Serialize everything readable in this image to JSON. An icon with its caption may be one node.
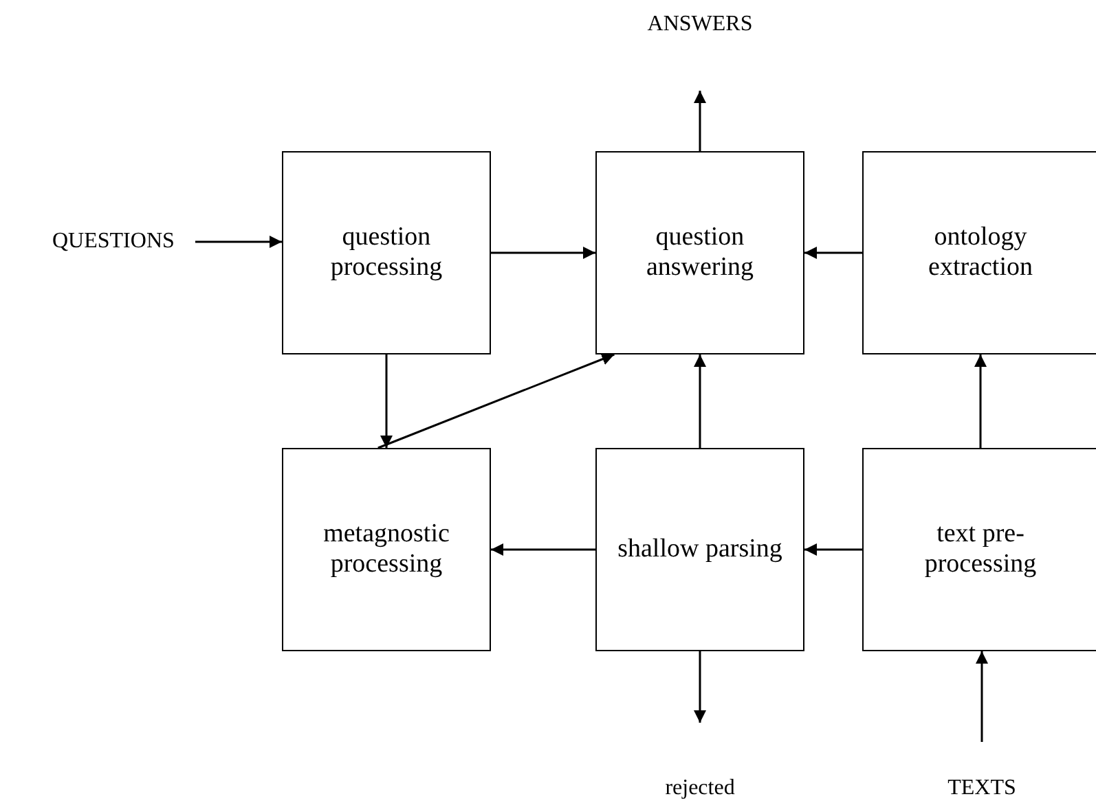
{
  "diagram": {
    "nodes": [
      {
        "text": [
          "QUESTIONS"
        ]
      },
      {
        "text": [
          "question processing"
        ]
      },
      {
        "text": [
          "question answering"
        ]
      },
      {
        "text": [
          "ontology extraction"
        ]
      },
      {
        "text": [
          "metagnostic processing"
        ]
      },
      {
        "text": [
          "shallow parsing"
        ]
      },
      {
        "text": [
          "text pre-processing"
        ]
      },
      {
        "text": [
          "ANSWERS"
        ]
      },
      {
        "text": [
          "rejected"
        ]
      },
      {
        "text": [
          "TEXTS"
        ]
      }
    ],
    "edges": [
      {
        "from": 0,
        "to": 1,
        "arrow": "to"
      },
      {
        "from": 1,
        "to": 2,
        "arrow": "to"
      },
      {
        "from": 3,
        "to": 2,
        "arrow": "to"
      },
      {
        "from": 1,
        "to": 4,
        "arrow": "to"
      },
      {
        "from": 4,
        "to": 2,
        "arrow": "to"
      },
      {
        "from": 5,
        "to": 2,
        "arrow": "to"
      },
      {
        "from": 6,
        "to": 3,
        "arrow": "to"
      },
      {
        "from": 5,
        "to": 4,
        "arrow": "to"
      },
      {
        "from": 6,
        "to": 5,
        "arrow": "to"
      },
      {
        "from": 2,
        "to": 7,
        "arrow": "to"
      },
      {
        "from": 5,
        "to": 8,
        "arrow": "to"
      },
      {
        "from": 9,
        "to": 6,
        "arrow": "to"
      }
    ]
  }
}
